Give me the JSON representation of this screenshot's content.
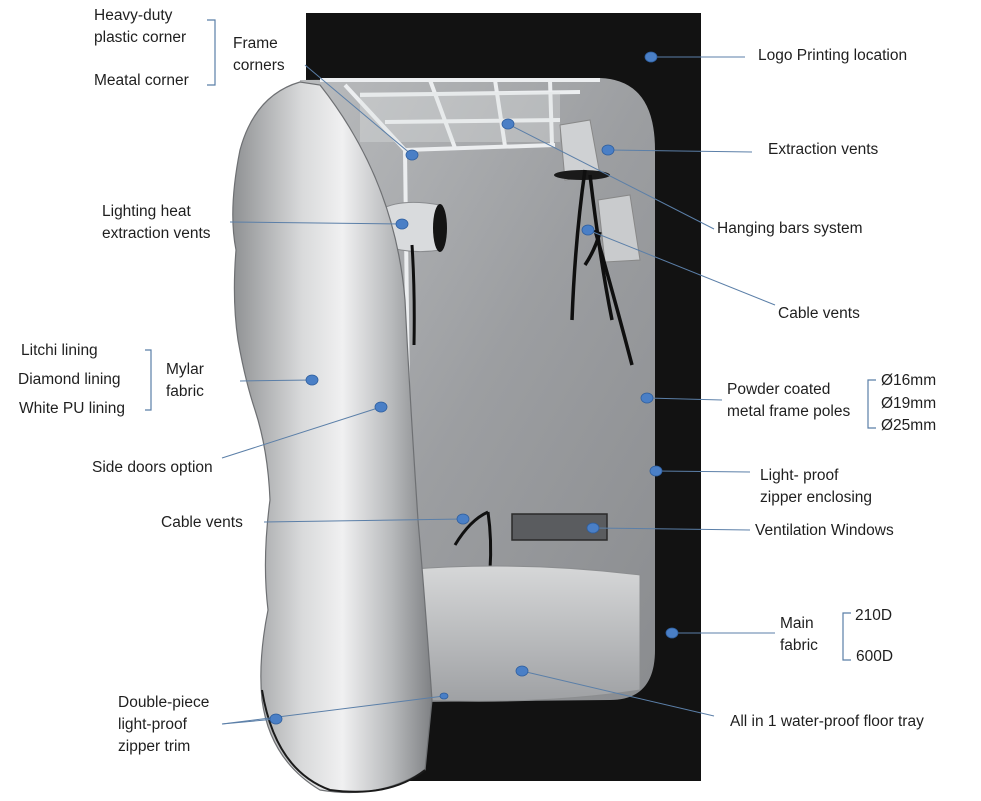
{
  "labels": {
    "frame_corner_heavy": "Heavy-duty plastic corner",
    "frame_corner_heavy_line1": "Heavy-duty",
    "frame_corner_heavy_line2": "plastic corner",
    "frame_corner_metal": "Meatal corner",
    "frame_corners_line1": "Frame",
    "frame_corners_line2": "corners",
    "logo_printing": "Logo Printing location",
    "extraction_vents": "Extraction vents",
    "hanging_bars": "Hanging bars system",
    "lighting_heat_line1": "Lighting heat",
    "lighting_heat_line2": "extraction vents",
    "cable_vents_right": "Cable vents",
    "lining_litchi": "Litchi lining",
    "lining_diamond": "Diamond lining",
    "lining_white_pu": "White PU lining",
    "mylar_line1": "Mylar",
    "mylar_line2": "fabric",
    "poles_line1": "Powder coated",
    "poles_line2": "metal frame poles",
    "pole_16": "Ø16mm",
    "pole_19": "Ø19mm",
    "pole_25": "Ø25mm",
    "zipper_line1": "Light- proof",
    "zipper_line2": "zipper enclosing",
    "side_doors": "Side doors option",
    "cable_vents_left": "Cable vents",
    "ventilation_windows": "Ventilation Windows",
    "main_fabric_line1": "Main",
    "main_fabric_line2": "fabric",
    "fabric_210d": "210D",
    "fabric_600d": "600D",
    "double_piece_line1": "Double-piece",
    "double_piece_line2": "light-proof",
    "double_piece_line3": "zipper trim",
    "floor_tray": "All in 1 water-proof floor tray"
  },
  "colors": {
    "tent_outer": "#111111",
    "tent_inner": "#a9abad",
    "mylar": "#c4c6c8",
    "frame": "#e8eaec",
    "marker": "#4a7fc6",
    "leader": "#5b7fa8",
    "text": "#1f1f1f"
  }
}
